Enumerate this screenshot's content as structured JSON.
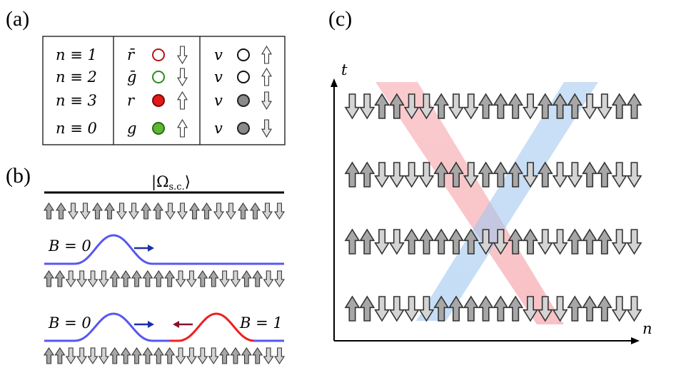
{
  "panels": {
    "a": "(a)",
    "b": "(b)",
    "c": "(c)"
  },
  "table": {
    "rows": [
      {
        "n_label": "n ≡ 1",
        "sym1": "r̄",
        "circle1": "open-red",
        "arrow1": "down",
        "sym2": "v",
        "circle2": "open-black",
        "arrow2": "up"
      },
      {
        "n_label": "n ≡ 2",
        "sym1": "ḡ",
        "circle1": "open-green",
        "arrow1": "down",
        "sym2": "v",
        "circle2": "open-black",
        "arrow2": "up"
      },
      {
        "n_label": "n ≡ 3",
        "sym1": "r",
        "circle1": "filled-red",
        "arrow1": "up",
        "sym2": "v",
        "circle2": "filled-gray",
        "arrow2": "down"
      },
      {
        "n_label": "n ≡ 0",
        "sym1": "g",
        "circle1": "filled-green",
        "arrow1": "up",
        "sym2": "v",
        "circle2": "filled-gray",
        "arrow2": "down"
      }
    ]
  },
  "panel_b": {
    "state_label": "|Ω",
    "state_sub": "s.c.",
    "state_close": "⟩",
    "b0_label": "B = 0",
    "b1_label": "B = 1",
    "chain_ground": "UUDDUUDDUUDDUUDDUUDD",
    "chain_single": "UUDDDDUUUUUUDDUUDDUUDD",
    "chain_pair": "UUDDDDUUUUUUDDDDUUUUDD"
  },
  "panel_c": {
    "axis_t": "t",
    "axis_n": "n",
    "rows": [
      "DDUUDDUDDUUUDUUUDDUU",
      "UUDDDDUUDUUUDUDDUUDD",
      "UUDDUUUUUDDUUDDUUUDD",
      "UUDDDDUUUUUUDDDUUUDD"
    ]
  },
  "colors": {
    "blue_soliton": "#5757f0",
    "red_soliton": "#ee2020",
    "blue_arrow": "#1a2fa8",
    "red_arrow": "#8a1030",
    "up_fill": "#a7a7a7",
    "down_fill": "#d4d4d4",
    "open_red": "#b01818",
    "open_green": "#2e8a20",
    "filled_red": "#e21a1a",
    "filled_green": "#5cb832",
    "filled_gray": "#8a8a8a"
  }
}
